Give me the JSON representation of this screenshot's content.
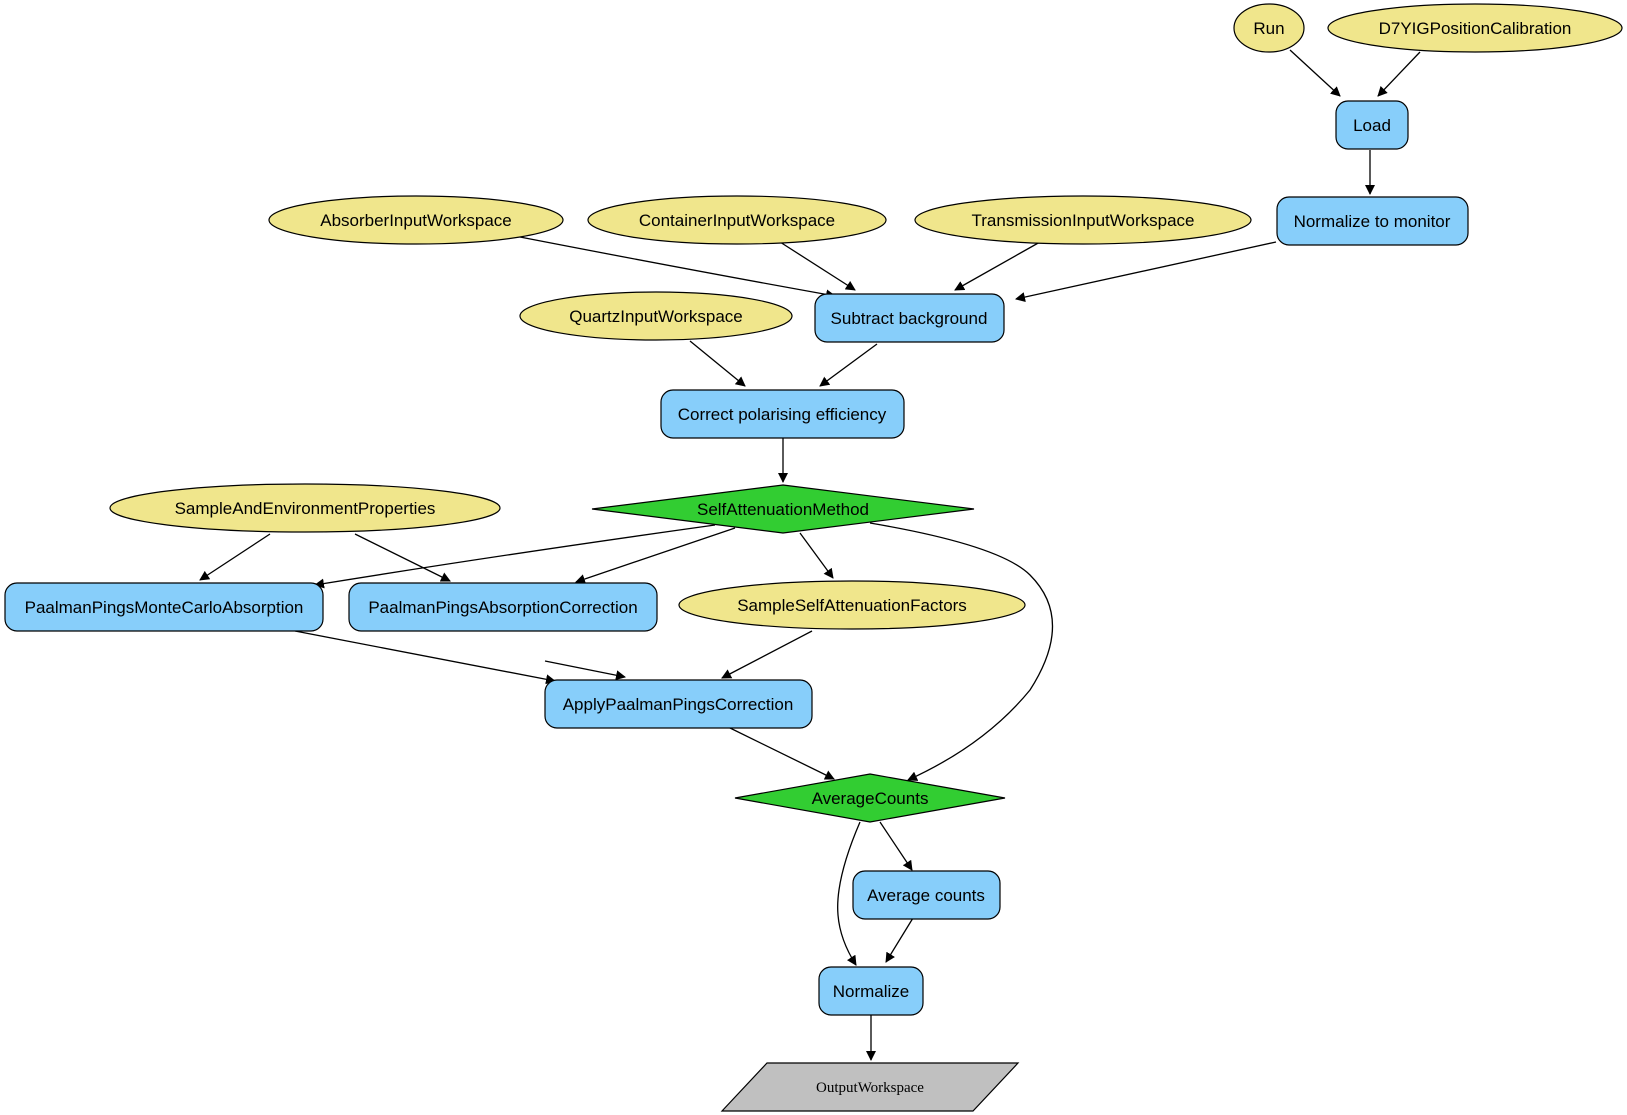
{
  "colors": {
    "input": "#f0e68c",
    "process": "#87cefa",
    "decision": "#32cd32",
    "output": "#c0c0c0",
    "stroke": "#000000"
  },
  "nodes": {
    "run": "Run",
    "d7yig": "D7YIGPositionCalibration",
    "load": "Load",
    "absorber": "AbsorberInputWorkspace",
    "container": "ContainerInputWorkspace",
    "transmission": "TransmissionInputWorkspace",
    "normalize_monitor": "Normalize to monitor",
    "quartz": "QuartzInputWorkspace",
    "subtract": "Subtract background",
    "polarising": "Correct polarising efficiency",
    "sample_env": "SampleAndEnvironmentProperties",
    "self_att": "SelfAttenuationMethod",
    "mc_abs": "PaalmanPingsMonteCarloAbsorption",
    "abs_corr": "PaalmanPingsAbsorptionCorrection",
    "self_factors": "SampleSelfAttenuationFactors",
    "apply": "ApplyPaalmanPingsCorrection",
    "avg_dec": "AverageCounts",
    "avg_counts": "Average counts",
    "normalize": "Normalize",
    "output": "OutputWorkspace"
  }
}
